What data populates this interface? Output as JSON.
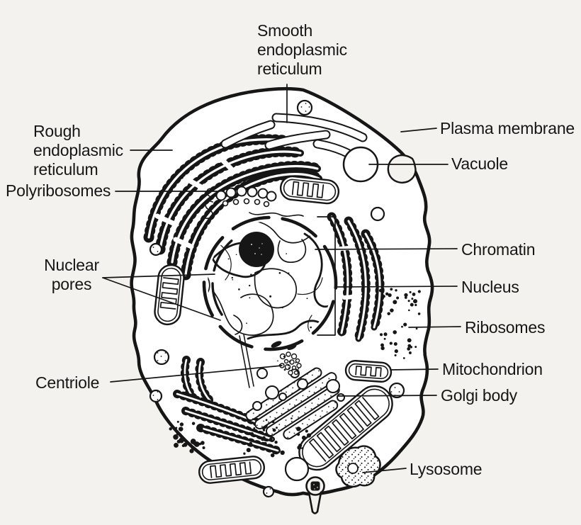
{
  "diagram": {
    "labels": {
      "smooth_er": "Smooth\nendoplasmic\nreticulum",
      "rough_er": "Rough\nendoplasmic\nreticulum",
      "polyribosomes": "Polyribosomes",
      "nuclear_pores": "Nuclear\npores",
      "centriole": "Centriole",
      "plasma_membrane": "Plasma membrane",
      "vacuole": "Vacuole",
      "chromatin": "Chromatin",
      "nucleus": "Nucleus",
      "ribosomes": "Ribosomes",
      "mitochondrion": "Mitochondrion",
      "golgi_body": "Golgi body",
      "lysosome": "Lysosome"
    },
    "colors": {
      "background": "#f3f2ef",
      "ink": "#161616",
      "paper": "#ffffff"
    }
  }
}
